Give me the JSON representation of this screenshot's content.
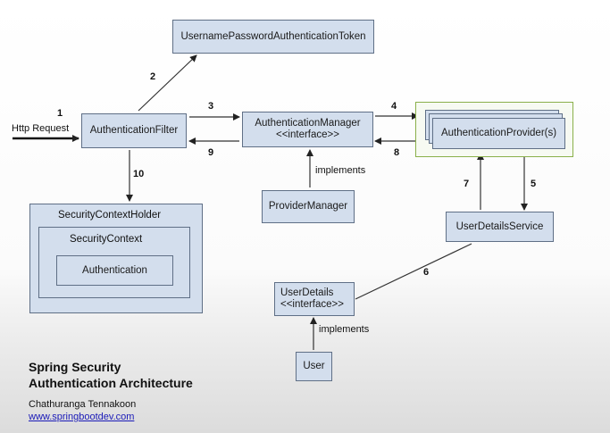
{
  "diagram": {
    "token": "UsernamePasswordAuthenticationToken",
    "http_request": "Http Request",
    "auth_filter": "AuthenticationFilter",
    "auth_manager": "AuthenticationManager",
    "auth_manager_interface": "<<interface>>",
    "auth_provider": "AuthenticationProvider(s)",
    "provider_manager": "ProviderManager",
    "security_context_holder": "SecurityContextHolder",
    "security_context": "SecurityContext",
    "authentication": "Authentication",
    "user_details_service": "UserDetailsService",
    "user_details": "UserDetails",
    "user_details_interface": "<<interface>>",
    "user": "User",
    "implements_1": "implements",
    "implements_2": "implements",
    "steps": [
      "1",
      "2",
      "3",
      "4",
      "5",
      "6",
      "7",
      "8",
      "9",
      "10"
    ]
  },
  "caption": {
    "title_line1": "Spring Security",
    "title_line2": "Authentication Architecture",
    "author": "Chathuranga Tennakoon",
    "website": "www.springbootdev.com"
  },
  "colors": {
    "box_fill": "#d3deed",
    "box_border": "#5f6f86",
    "provider_highlight": "#8ab04a",
    "link": "#1a1ab8"
  }
}
